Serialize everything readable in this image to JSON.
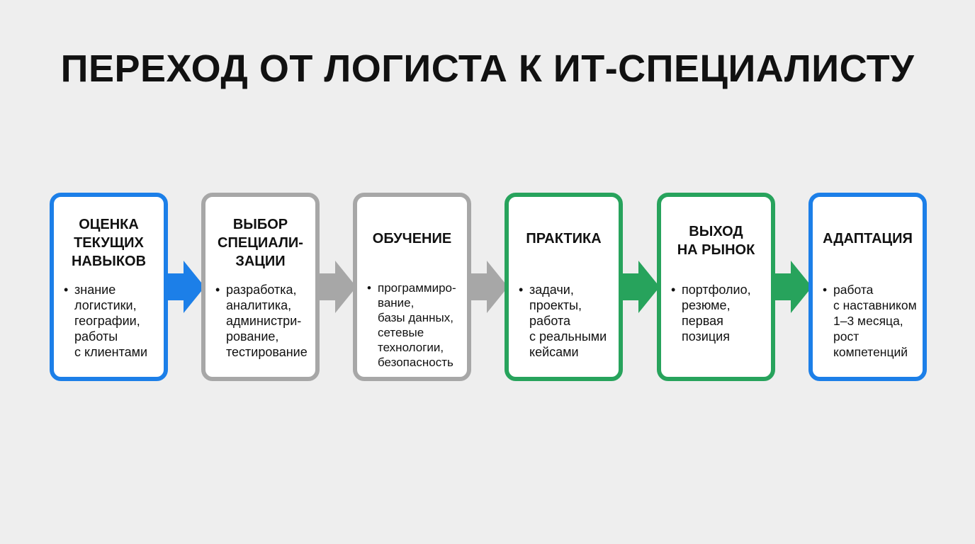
{
  "title": "ПЕРЕХОД ОТ ЛОГИСТА К ИТ-СПЕЦИАЛИСТУ",
  "colors": {
    "blue": "#1c7fe8",
    "gray": "#a7a7a7",
    "green": "#27a35c",
    "background": "#eeeeee"
  },
  "steps": [
    {
      "title": "ОЦЕНКА\nТЕКУЩИХ\nНАВЫКОВ",
      "bullet": "знание\nлогистики,\nгеографии,\nработы\nс клиентами",
      "color": "blue"
    },
    {
      "title": "ВЫБОР\nСПЕЦИАЛИ-\nЗАЦИИ",
      "bullet": "разработка,\nаналитика,\nадминистри-\nрование,\nтестирование",
      "color": "gray"
    },
    {
      "title": "ОБУЧЕНИЕ",
      "bullet": "программиро-\nвание,\nбазы данных,\nсетевые\nтехнологии,\nбезопасность",
      "color": "gray"
    },
    {
      "title": "ПРАКТИКА",
      "bullet": "задачи,\nпроекты,\nработа\nс реальными\nкейсами",
      "color": "green"
    },
    {
      "title": "ВЫХОД\nНА РЫНОК",
      "bullet": "портфолио,\nрезюме,\nпервая\nпозиция",
      "color": "green"
    },
    {
      "title": "АДАПТАЦИЯ",
      "bullet": "работа\nс наставником\n1–3 месяца,\nрост\nкомпетенций",
      "color": "blue"
    }
  ],
  "arrows": [
    {
      "color": "blue"
    },
    {
      "color": "gray"
    },
    {
      "color": "gray"
    },
    {
      "color": "green"
    },
    {
      "color": "green"
    }
  ]
}
